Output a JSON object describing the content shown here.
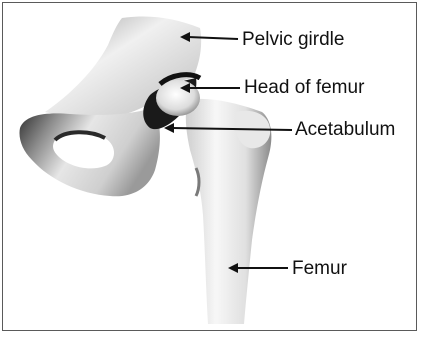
{
  "diagram": {
    "labels": {
      "pelvic_girdle": "Pelvic girdle",
      "head_of_femur": "Head of femur",
      "acetabulum": "Acetabulum",
      "femur": "Femur"
    },
    "colors": {
      "bone_light": "#f2f2f2",
      "bone_mid": "#c8c8c8",
      "bone_dark": "#3a3a3a",
      "shadow": "#111111",
      "arrow": "#111111",
      "border": "#5a5a5a"
    }
  }
}
